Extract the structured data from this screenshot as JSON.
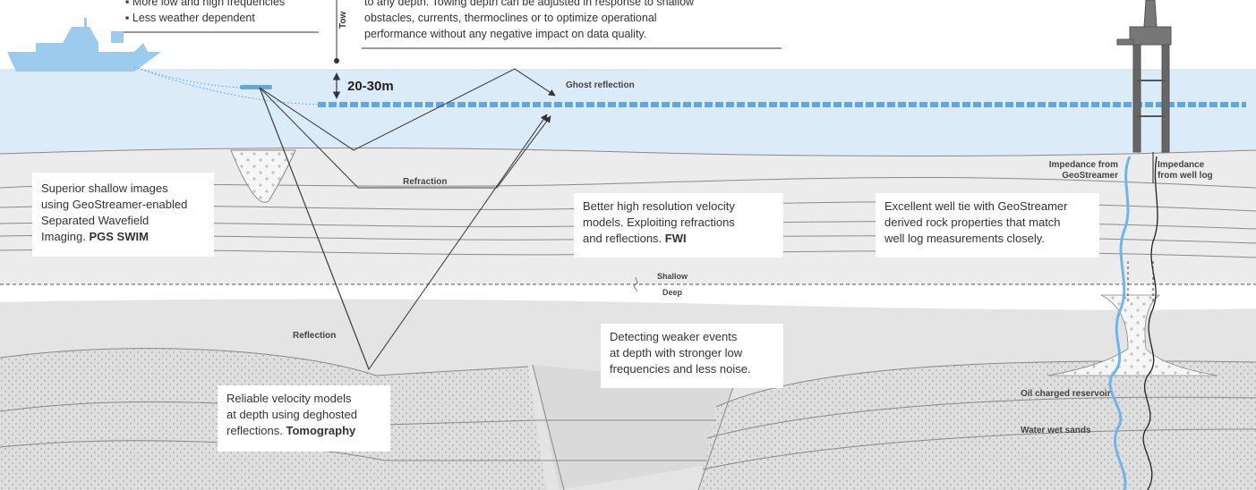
{
  "top_left": {
    "bullet_1": "▪ More low and high frequencies",
    "bullet_2": "▪ Less weather dependent"
  },
  "tow_label": "Tow",
  "top_right_text": {
    "line_1": "to any depth. Towing depth can be adjusted in response to shallow",
    "line_2": "obstacles, currents, thermoclines or to optimize operational",
    "line_3": "performance without any negative impact on data quality."
  },
  "depth_label": "20-30m",
  "labels": {
    "ghost_reflection": "Ghost reflection",
    "refraction": "Refraction",
    "reflection": "Reflection",
    "shallow": "Shallow",
    "deep": "Deep",
    "impedance_geostreamer": "Impedance from GeoStreamer",
    "impedance_geostreamer_1": "Impedance from",
    "impedance_geostreamer_2": "GeoStreamer",
    "impedance_well_log_1": "Impedance",
    "impedance_well_log_2": "from well log",
    "oil_charged": "Oil charged reservoir",
    "water_wet": "Water wet sands"
  },
  "boxes": {
    "shallow_images": {
      "line_1": "Superior shallow images",
      "line_2": "using GeoStreamer-enabled",
      "line_3": "Separated Wavefield",
      "line_4a": "Imaging. ",
      "line_4b": "PGS SWIM"
    },
    "velocity_models": {
      "line_1": "Better high resolution velocity",
      "line_2": "models. Exploiting refractions",
      "line_3a": "and reflections. ",
      "line_3b": "FWI"
    },
    "well_tie": {
      "line_1": "Excellent well tie with GeoStreamer",
      "line_2": "derived rock properties that match",
      "line_3": "well log measurements closely."
    },
    "weaker_events": {
      "line_1": "Detecting weaker events",
      "line_2": "at depth with stronger low",
      "line_3": "frequencies and less noise."
    },
    "reliable_velocity": {
      "line_1": "Reliable velocity models",
      "line_2": "at depth using deghosted",
      "line_3a": "reflections. ",
      "line_3b": "Tomography"
    }
  },
  "colors": {
    "sea": "#dcebf8",
    "streamer": "#5fa8e0",
    "shallow_ground": "#ececec",
    "deep_ground": "#e2e2e2",
    "geostreamer_curve": "#6fb5ea",
    "well_log_curve": "#222222"
  }
}
